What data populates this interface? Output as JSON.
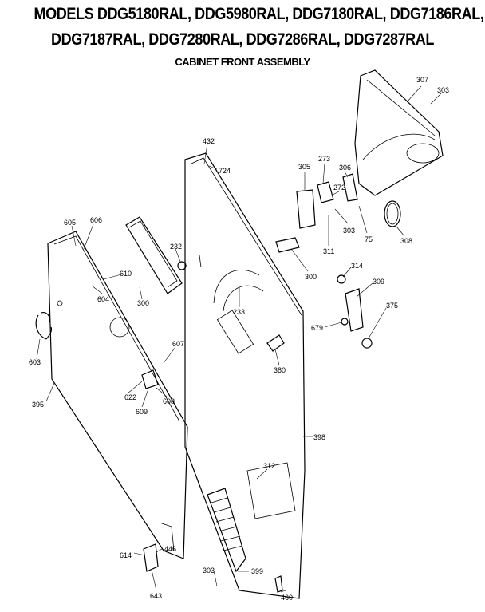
{
  "header": {
    "models_line1": "MODELS DDG5180RAL, DDG5980RAL, DDG7180RAL, DDG7186RAL,",
    "models_line2": "DDG7187RAL, DDG7280RAL, DDG7286RAL, DDG7287RAL",
    "subtitle": "CABINET FRONT ASSEMBLY"
  },
  "part_labels": [
    "307",
    "303",
    "432",
    "724",
    "305",
    "273",
    "272",
    "306",
    "303",
    "75",
    "308",
    "311",
    "300",
    "605",
    "606",
    "232",
    "610",
    "604",
    "300",
    "233",
    "314",
    "309",
    "375",
    "679",
    "380",
    "603",
    "607",
    "622",
    "609",
    "608",
    "395",
    "398",
    "312",
    "614",
    "446",
    "643",
    "303",
    "399",
    "460"
  ]
}
